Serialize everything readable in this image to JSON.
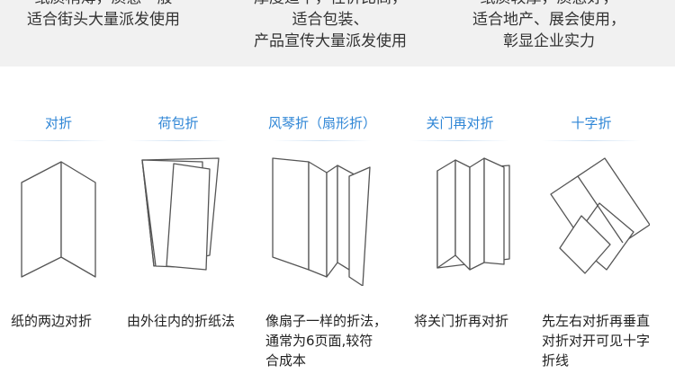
{
  "top": [
    {
      "lines": [
        "纸质稍薄，质感一般",
        "适合街头大量派发使用"
      ]
    },
    {
      "lines": [
        "厚度适中，性价比高，",
        "适合包装、",
        "产品宣传大量派发使用"
      ]
    },
    {
      "lines": [
        "纸质较厚，质感好，",
        "适合地产、展会使用，",
        "彰显企业实力"
      ]
    }
  ],
  "folds": [
    {
      "title": "对折",
      "icon": "bifold-icon",
      "desc": [
        "纸的两边对折"
      ]
    },
    {
      "title": "荷包折",
      "icon": "roll-fold-icon",
      "desc": [
        "由外往内的折纸法"
      ]
    },
    {
      "title": "风琴折（扇形折）",
      "icon": "accordion-fold-icon",
      "desc": [
        "像扇子一样的折法，",
        "通常为6页面,较符",
        "合成本"
      ]
    },
    {
      "title": "关门再对折",
      "icon": "double-gate-fold-icon",
      "desc": [
        "将关门折再对折"
      ]
    },
    {
      "title": "十字折",
      "icon": "cross-fold-icon",
      "desc": [
        "先左右对折再垂直",
        "对折对开可见十字",
        "折线"
      ]
    }
  ],
  "colors": {
    "title": "#2f86d6",
    "band": "#f1f1f1",
    "line": "#555555"
  }
}
